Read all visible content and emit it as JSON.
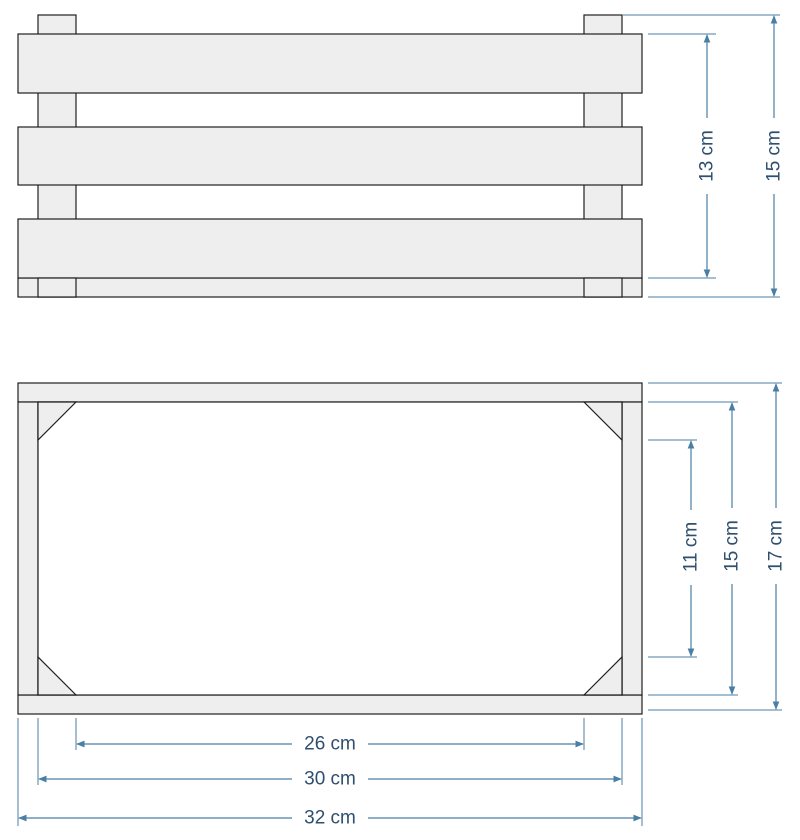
{
  "colors": {
    "board_fill": "#eeeeee",
    "outline": "#1f1f1f",
    "dimension": "#4a7fa5",
    "dimension_text": "#2f4f6f"
  },
  "side_view": {
    "name": "side-view",
    "dimensions": {
      "inner_height": "13 cm",
      "total_height": "15 cm"
    }
  },
  "top_view": {
    "name": "top-view",
    "dimensions": {
      "inner_depth": "11 cm",
      "middle_depth": "15 cm",
      "total_depth": "17 cm",
      "inner_length": "26 cm",
      "middle_length": "30 cm",
      "total_length": "32 cm"
    }
  }
}
